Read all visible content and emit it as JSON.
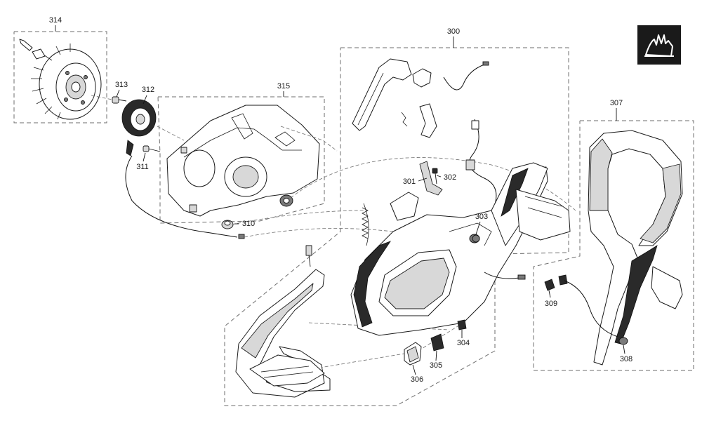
{
  "callouts": {
    "c300": "300",
    "c301": "301",
    "c302": "302",
    "c303": "303",
    "c304": "304",
    "c305": "305",
    "c306": "306",
    "c307": "307",
    "c308": "308",
    "c309": "309",
    "c310": "310",
    "c311": "311",
    "c312": "312",
    "c313": "313",
    "c314": "314",
    "c315": "315"
  },
  "badge": {
    "icon": "gloved-hand-icon",
    "background": "#1a1a1a",
    "foreground": "#ffffff"
  }
}
